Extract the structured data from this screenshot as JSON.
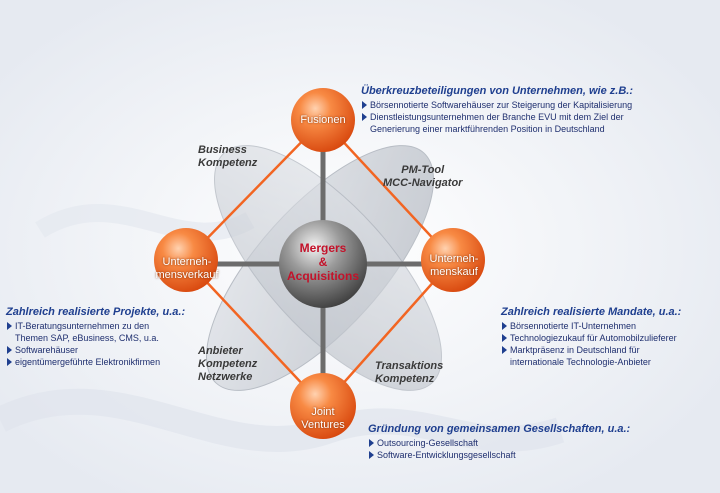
{
  "colors": {
    "accent_orange": "#f26522",
    "title_blue": "#1f3f8f",
    "center_red": "#c4122a",
    "ellipse_gray": "#c8ccd2"
  },
  "nodes": {
    "top": "Fusionen",
    "left_1": "Unterneh-",
    "left_2": "mensverkauf",
    "right_1": "Unterneh-",
    "right_2": "menskauf",
    "bottom_1": "Joint",
    "bottom_2": "Ventures"
  },
  "center": {
    "line1": "Mergers",
    "line2": "&",
    "line3": "Acquisitions"
  },
  "ellipse_labels": {
    "business_1": "Business",
    "business_2": "Kompetenz",
    "pmtool_1": "PM-Tool",
    "pmtool_2": "MCC-Navigator",
    "anbieter_1": "Anbieter",
    "anbieter_2": "Kompetenz",
    "anbieter_3": "Netzwerke",
    "transaktions_1": "Transaktions",
    "transaktions_2": "Kompetenz"
  },
  "blocks": {
    "top_right": {
      "title": "Überkreuzbeteiligungen von Unternehmen, wie z.B.:",
      "items": [
        {
          "line1": "Börsennotierte Softwarehäuser zur Steigerung der Kapitalisierung",
          "line2": ""
        },
        {
          "line1": "Dienstleistungsunternehmen der Branche EVU mit dem Ziel der",
          "line2": "Generierung einer marktführenden Position in Deutschland"
        }
      ]
    },
    "left": {
      "title": "Zahlreich realisierte Projekte, u.a.:",
      "items": [
        {
          "line1": "IT-Beratungsunternehmen zu den",
          "line2": "Themen SAP, eBusiness, CMS, u.a."
        },
        {
          "line1": "Softwarehäuser",
          "line2": ""
        },
        {
          "line1": "eigentümergeführte Elektronikfirmen",
          "line2": ""
        }
      ]
    },
    "right": {
      "title": "Zahlreich realisierte Mandate, u.a.:",
      "items": [
        {
          "line1": "Börsennotierte IT-Unternehmen",
          "line2": ""
        },
        {
          "line1": "Technologiezukauf für Automobilzulieferer",
          "line2": ""
        },
        {
          "line1": "Marktpräsenz in Deutschland für",
          "line2": "internationale Technologie-Anbieter"
        }
      ]
    },
    "bottom": {
      "title": "Gründung von gemeinsamen Gesellschaften, u.a.:",
      "items": [
        {
          "line1": "Outsourcing-Gesellschaft",
          "line2": ""
        },
        {
          "line1": "Software-Entwicklungsgesellschaft",
          "line2": ""
        }
      ]
    }
  }
}
